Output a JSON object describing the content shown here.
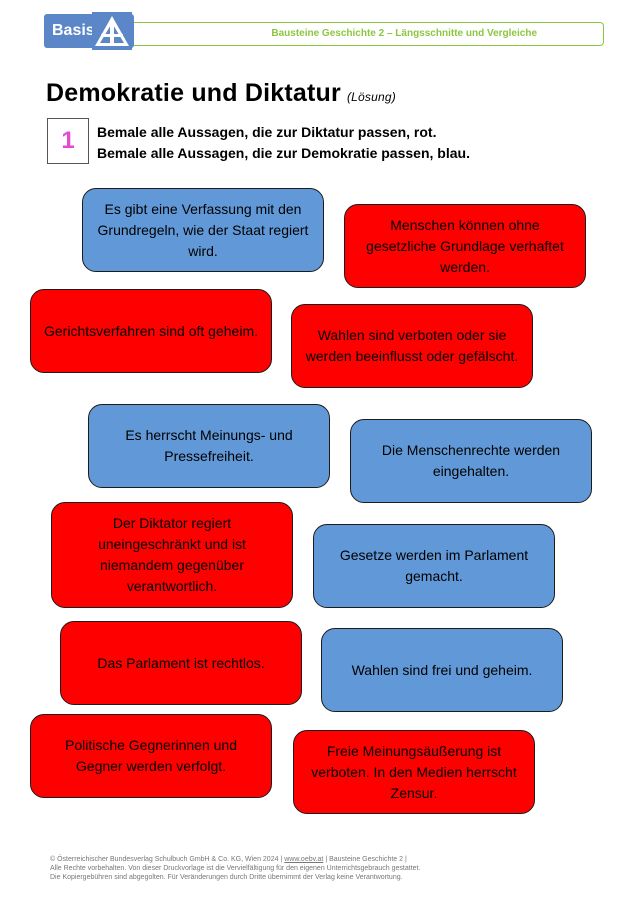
{
  "header": {
    "logo_label": "Basis",
    "series": "Bausteine Geschichte 2 – Längsschnitte und Vergleiche"
  },
  "title": "Demokratie und Diktatur",
  "title_suffix": "(Lösung)",
  "task": {
    "number": "1",
    "instructions": [
      "Bemale alle Aussagen, die zur Diktatur passen, rot.",
      "Bemale alle Aussagen, die zur Demokratie passen, blau."
    ]
  },
  "colors": {
    "diktatur": "#ff0000",
    "demokratie": "#6199d8",
    "accent": "#8cc63f",
    "task_number": "#e14bd1"
  },
  "cards": [
    {
      "text": "Es gibt eine Verfassung mit den Grundregeln, wie der Staat regiert wird.",
      "category": "demokratie"
    },
    {
      "text": "Menschen können ohne gesetzliche Grundlage verhaftet werden.",
      "category": "diktatur"
    },
    {
      "text": "Gerichtsverfahren sind oft geheim.",
      "category": "diktatur"
    },
    {
      "text": "Wahlen sind verboten oder sie werden beeinflusst oder gefälscht.",
      "category": "diktatur"
    },
    {
      "text": "Es herrscht Meinungs- und Pressefreiheit.",
      "category": "demokratie"
    },
    {
      "text": "Die Menschenrechte werden eingehalten.",
      "category": "demokratie"
    },
    {
      "text": "Der Diktator regiert uneingeschränkt und ist niemandem gegenüber verantwortlich.",
      "category": "diktatur"
    },
    {
      "text": "Gesetze werden im Parlament gemacht.",
      "category": "demokratie"
    },
    {
      "text": "Das Parlament ist rechtlos.",
      "category": "diktatur"
    },
    {
      "text": "Wahlen sind frei und geheim.",
      "category": "demokratie"
    },
    {
      "text": "Politische Gegnerinnen und Gegner werden verfolgt.",
      "category": "diktatur"
    },
    {
      "text": "Freie Meinungsäußerung ist verboten. In den Medien herrscht Zensur.",
      "category": "diktatur"
    }
  ],
  "footer": {
    "line1_a": "© Österreichischer Bundesverlag Schulbuch GmbH & Co. KG, Wien 2024 | ",
    "line1_link": "www.oebv.at",
    "line1_b": " | Bausteine Geschichte 2 |",
    "line2": "Alle Rechte vorbehalten. Von dieser Druckvorlage ist die Vervielfältigung für den eigenen Unterrichtsgebrauch gestattet.",
    "line3": "Die Kopiergebühren sind abgegolten. Für Veränderungen durch Dritte übernimmt der Verlag keine Verantwortung."
  }
}
